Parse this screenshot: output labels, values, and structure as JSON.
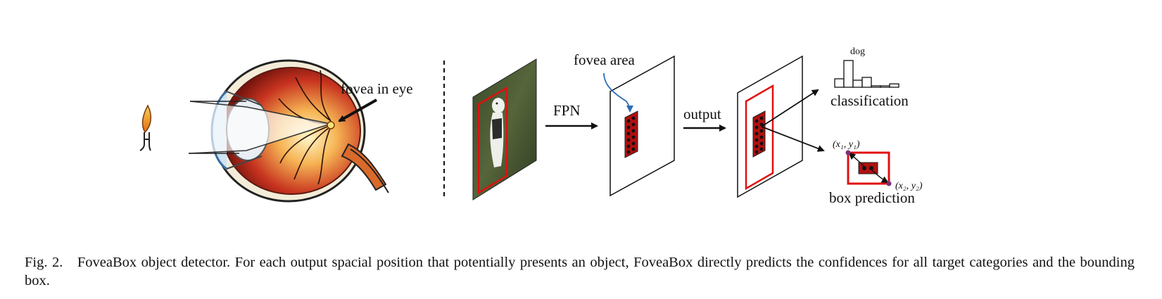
{
  "labels": {
    "fovea_in_eye": "fovea in eye",
    "fovea_area": "fovea area",
    "fpn": "FPN",
    "output": "output",
    "dog": "dog",
    "classification": "classification",
    "box_prediction": "box prediction",
    "coord_1": "(x₁, y₁)",
    "coord_2": "(x₂, y₂)"
  },
  "caption": {
    "fig_label": "Fig. 2.",
    "text": "FoveaBox object detector. For each output spacial position that potentially presents an object, FoveaBox directly predicts the confidences for all target categories and the bounding box."
  },
  "colors": {
    "accent_red": "#e01010",
    "fovea_block": "#b01010",
    "curved_arrow": "#2f6db5"
  },
  "chart_data": {
    "type": "bar",
    "values": [
      0.3,
      0.95,
      0.25,
      0.35,
      0.05,
      0.02,
      0.12
    ]
  }
}
